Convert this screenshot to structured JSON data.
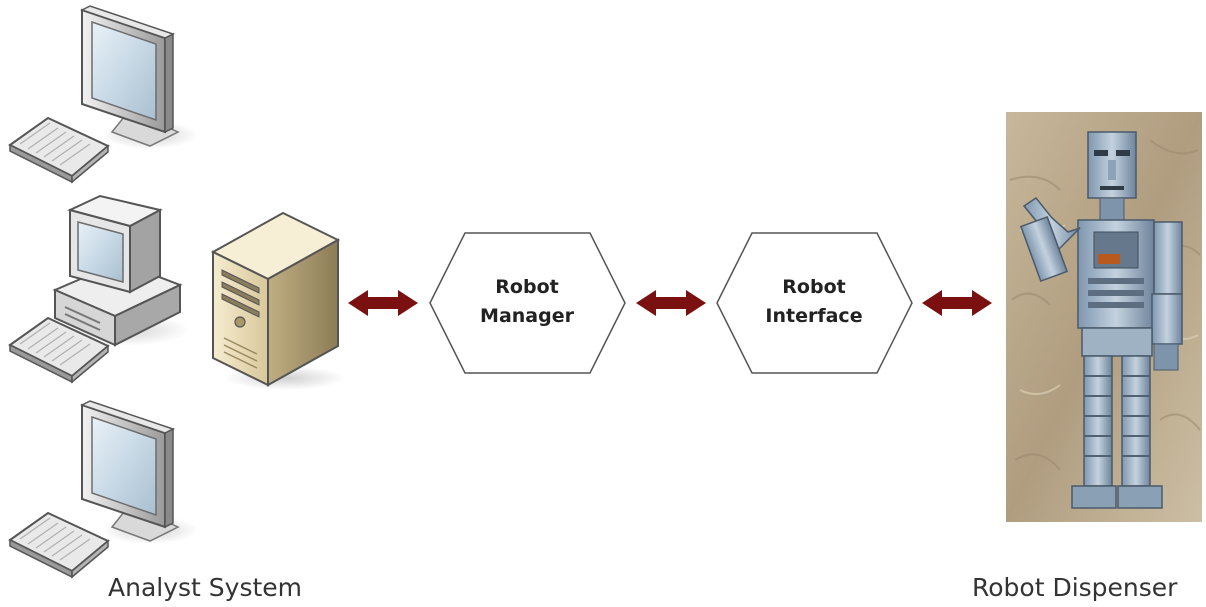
{
  "labels": {
    "analyst_system": "Analyst System",
    "robot_dispenser": "Robot Dispenser"
  },
  "nodes": {
    "robot_manager": {
      "line1": "Robot",
      "line2": "Manager"
    },
    "robot_interface": {
      "line1": "Robot",
      "line2": "Interface"
    }
  },
  "icons": {
    "workstation_top": "desktop-computer-icon",
    "workstation_middle": "desktop-computer-icon",
    "workstation_bottom": "desktop-computer-icon",
    "server": "server-tower-icon",
    "robot": "robot-photo"
  },
  "colors": {
    "arrow": "#7a1010",
    "hex_stroke": "#555555",
    "caption_text": "#333333"
  }
}
